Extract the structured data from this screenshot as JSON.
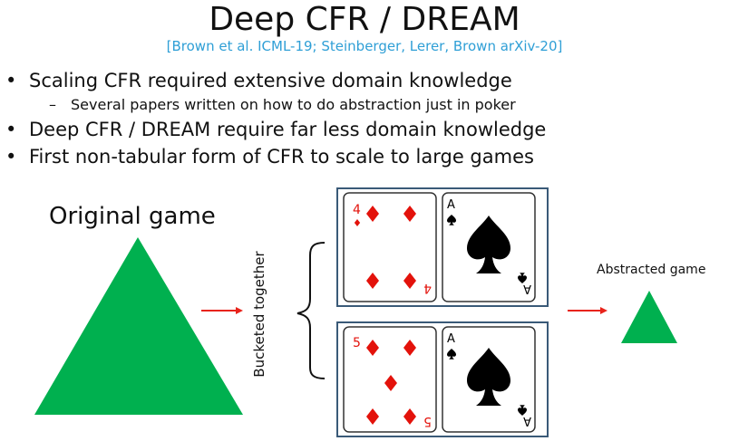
{
  "slide": {
    "title": "Deep CFR / DREAM",
    "citation": "[Brown et al. ICML-19; Steinberger, Lerer, Brown arXiv-20]",
    "bullets": [
      {
        "level": 1,
        "text": "Scaling CFR required extensive domain knowledge"
      },
      {
        "level": 2,
        "text": "Several papers written on how to do abstraction just in poker"
      },
      {
        "level": 1,
        "text": "Deep CFR / DREAM require far less domain knowledge"
      },
      {
        "level": 1,
        "text": "First non-tabular form of CFR to scale to large games"
      }
    ]
  },
  "figure": {
    "original_label": "Original game",
    "abstracted_label": "Abstracted game",
    "bucket_label": "Bucketed together",
    "hand1": {
      "card1_rank": "4",
      "card2_rank": "A"
    },
    "hand2": {
      "card1_rank": "5",
      "card2_rank": "A"
    },
    "colors": {
      "triangle": "#00b04f",
      "arrow": "#e8231b",
      "box": "#3a5a78",
      "red_suit": "#e3120b",
      "black_suit": "#000000"
    },
    "icons": [
      "diamond-icon",
      "spade-icon",
      "arrow-right-icon",
      "brace-icon",
      "triangle-icon"
    ]
  }
}
